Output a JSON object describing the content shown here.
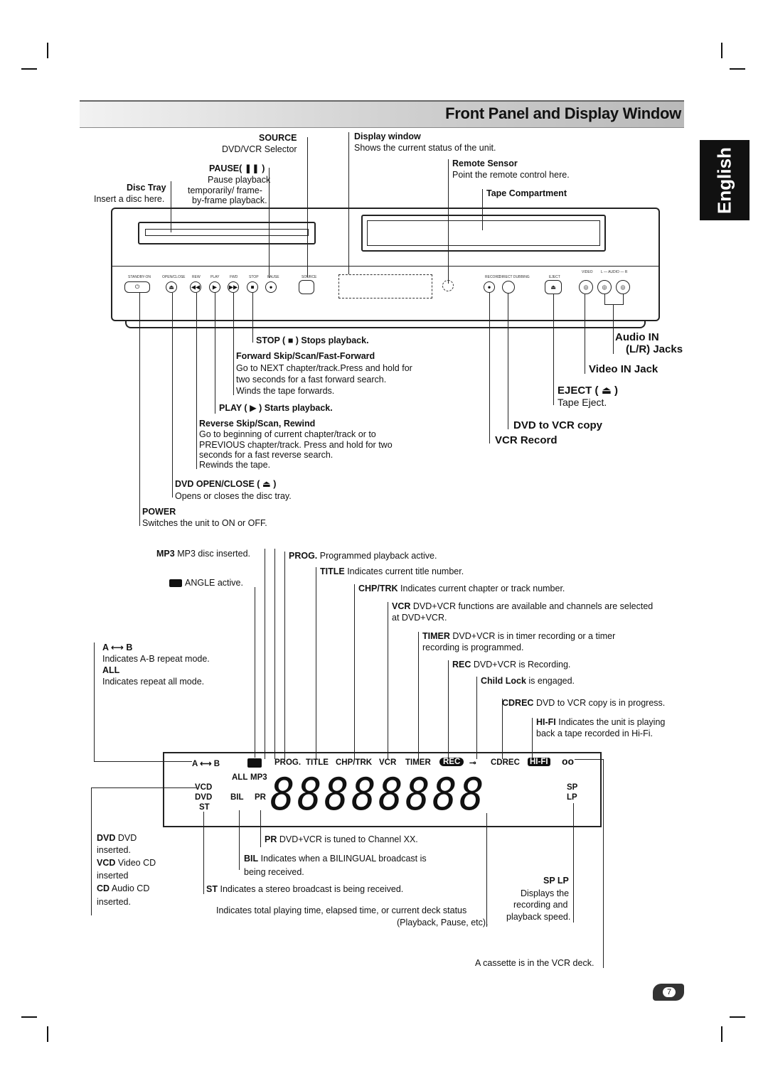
{
  "page": {
    "title": "Front Panel and Display Window",
    "language_tab": "English",
    "page_number": "7"
  },
  "front_panel": {
    "source": {
      "label": "SOURCE",
      "desc": "DVD/VCR Selector"
    },
    "pause": {
      "label": "PAUSE( ",
      "glyph": "❚❚",
      "close": " )",
      "desc": [
        "Pause playback",
        "temporarily/ frame-",
        "by-frame playback."
      ]
    },
    "disc_tray": {
      "label": "Disc Tray",
      "desc": "Insert a disc here."
    },
    "display_window": {
      "label": "Display window",
      "desc": "Shows the current status of the unit."
    },
    "remote_sensor": {
      "label": "Remote Sensor",
      "desc": "Point the remote control here."
    },
    "tape_compartment": {
      "label": "Tape Compartment"
    },
    "stop": {
      "label": "STOP ( ",
      "glyph": "■",
      "close": " ) Stops playback."
    },
    "forward": {
      "label": "Forward Skip/Scan/Fast-Forward",
      "desc": [
        "Go to NEXT chapter/track.Press and hold for",
        "two seconds for a fast forward search.",
        "Winds the tape forwards."
      ]
    },
    "play": {
      "label": "PLAY ( ",
      "glyph": "▶",
      "close": " ) Starts playback."
    },
    "reverse": {
      "label": "Reverse Skip/Scan, Rewind",
      "desc": [
        "Go to beginning of current chapter/track or to",
        "PREVIOUS chapter/track. Press and hold for two",
        "seconds for a fast reverse search.",
        "Rewinds the tape."
      ]
    },
    "open_close": {
      "label": "DVD OPEN/CLOSE ( ",
      "glyph": "⏏",
      "close": " )",
      "desc": "Opens or closes the disc tray."
    },
    "power": {
      "label": "POWER",
      "desc": "Switches the unit to ON or OFF."
    },
    "audio_in": {
      "line1": "Audio IN",
      "line2": "(L/R) Jacks"
    },
    "video_in": {
      "label": "Video IN Jack"
    },
    "eject": {
      "label": "EJECT ( ",
      "glyph": "⏏",
      "close": " )",
      "desc": "Tape Eject."
    },
    "dvd_to_vcr": {
      "label": "DVD to VCR copy"
    },
    "vcr_record": {
      "label": "VCR Record"
    },
    "panel_small_labels": {
      "standby": "STANDBY-ON",
      "open_close": "OPEN/CLOSE",
      "rew": "REW",
      "play": "PLAY",
      "fwd": "FWD",
      "stop": "STOP",
      "pause": "PAUSE",
      "source": "SOURCE",
      "record": "RECORD",
      "direct_dubbing": "DIRECT DUBBING",
      "eject": "EJECT",
      "video": "VIDEO",
      "audio": "L — AUDIO — R"
    }
  },
  "display": {
    "mp3": {
      "key": "MP3",
      "desc": "MP3 disc inserted."
    },
    "angle": {
      "desc": "ANGLE active."
    },
    "ab": {
      "key": "A ⟷ B",
      "desc": "Indicates A-B repeat mode."
    },
    "all": {
      "key": "ALL",
      "desc": "Indicates repeat all mode."
    },
    "prog": {
      "key": "PROG.",
      "desc": "Programmed playback active."
    },
    "title": {
      "key": "TITLE",
      "desc": "Indicates current title number."
    },
    "chptrk": {
      "key": "CHP/TRK",
      "desc": "Indicates current chapter or track number."
    },
    "vcr": {
      "key": "VCR",
      "desc": [
        "DVD+VCR functions are available and channels are selected",
        "at DVD+VCR."
      ]
    },
    "timer": {
      "key": "TIMER",
      "desc": [
        "DVD+VCR is in timer recording or a timer",
        "recording is programmed."
      ]
    },
    "rec": {
      "key": "REC",
      "desc": "DVD+VCR is Recording."
    },
    "child_lock": {
      "key": "Child Lock",
      "desc": "is engaged."
    },
    "cdrec": {
      "key": "CDREC",
      "desc": "DVD to VCR copy is in progress."
    },
    "hifi": {
      "key": "HI-FI",
      "desc": [
        "Indicates the unit is playing",
        "back a tape recorded in Hi-Fi."
      ]
    },
    "disc_types": {
      "dvd_key": "DVD",
      "dvd_desc": "DVD",
      "dvd_desc2": "inserted.",
      "vcd_key": "VCD",
      "vcd_desc": "Video CD",
      "vcd_desc2": "inserted",
      "cd_key": "CD",
      "cd_desc": "Audio CD",
      "cd_desc2": "inserted."
    },
    "pr": {
      "key": "PR",
      "desc": "DVD+VCR is tuned to Channel XX."
    },
    "bil": {
      "key": "BIL",
      "desc": [
        "Indicates when a BILINGUAL broadcast is",
        "being received."
      ]
    },
    "st": {
      "key": "ST",
      "desc": "Indicates a stereo broadcast is being received."
    },
    "total_time": {
      "desc": [
        "Indicates total playing time, elapsed time, or current deck status",
        "(Playback, Pause, etc)."
      ]
    },
    "sp_lp": {
      "key": "SP LP",
      "desc": [
        "Displays the",
        "recording and",
        "playback speed."
      ]
    },
    "cassette": {
      "desc": "A cassette is in the VCR deck."
    },
    "lcd": {
      "ab": "A ⟷ B",
      "prog": "PROG.",
      "title": "TITLE",
      "chptrk": "CHP/TRK",
      "vcr": "VCR",
      "timer": "TIMER",
      "rec": "REC",
      "cdrec": "CDREC",
      "hifi": "HI-FI",
      "all": "ALL",
      "mp3": "MP3",
      "vcd": "VCD",
      "dvd": "DVD",
      "st": "ST",
      "bil": "BIL",
      "pr": "PR",
      "sp": "SP",
      "lp": "LP",
      "digits": "88888888"
    }
  }
}
